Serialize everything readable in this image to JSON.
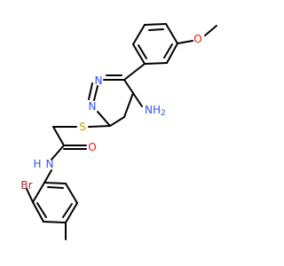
{
  "molecule": {
    "atom_labels": {
      "ome_o": "O",
      "n_a": "N",
      "n_b": "N",
      "nh2": "NH",
      "nh2_sub": "2",
      "s": "S",
      "o_carbonyl": "O",
      "amide_n": "N",
      "amide_h": "H",
      "br": "Br"
    },
    "colors": {
      "bond": "#000000",
      "N": "#3050F8",
      "O": "#FF0D0D",
      "S": "#C8A000",
      "Br": "#A62929",
      "H": "#3050F8"
    }
  }
}
